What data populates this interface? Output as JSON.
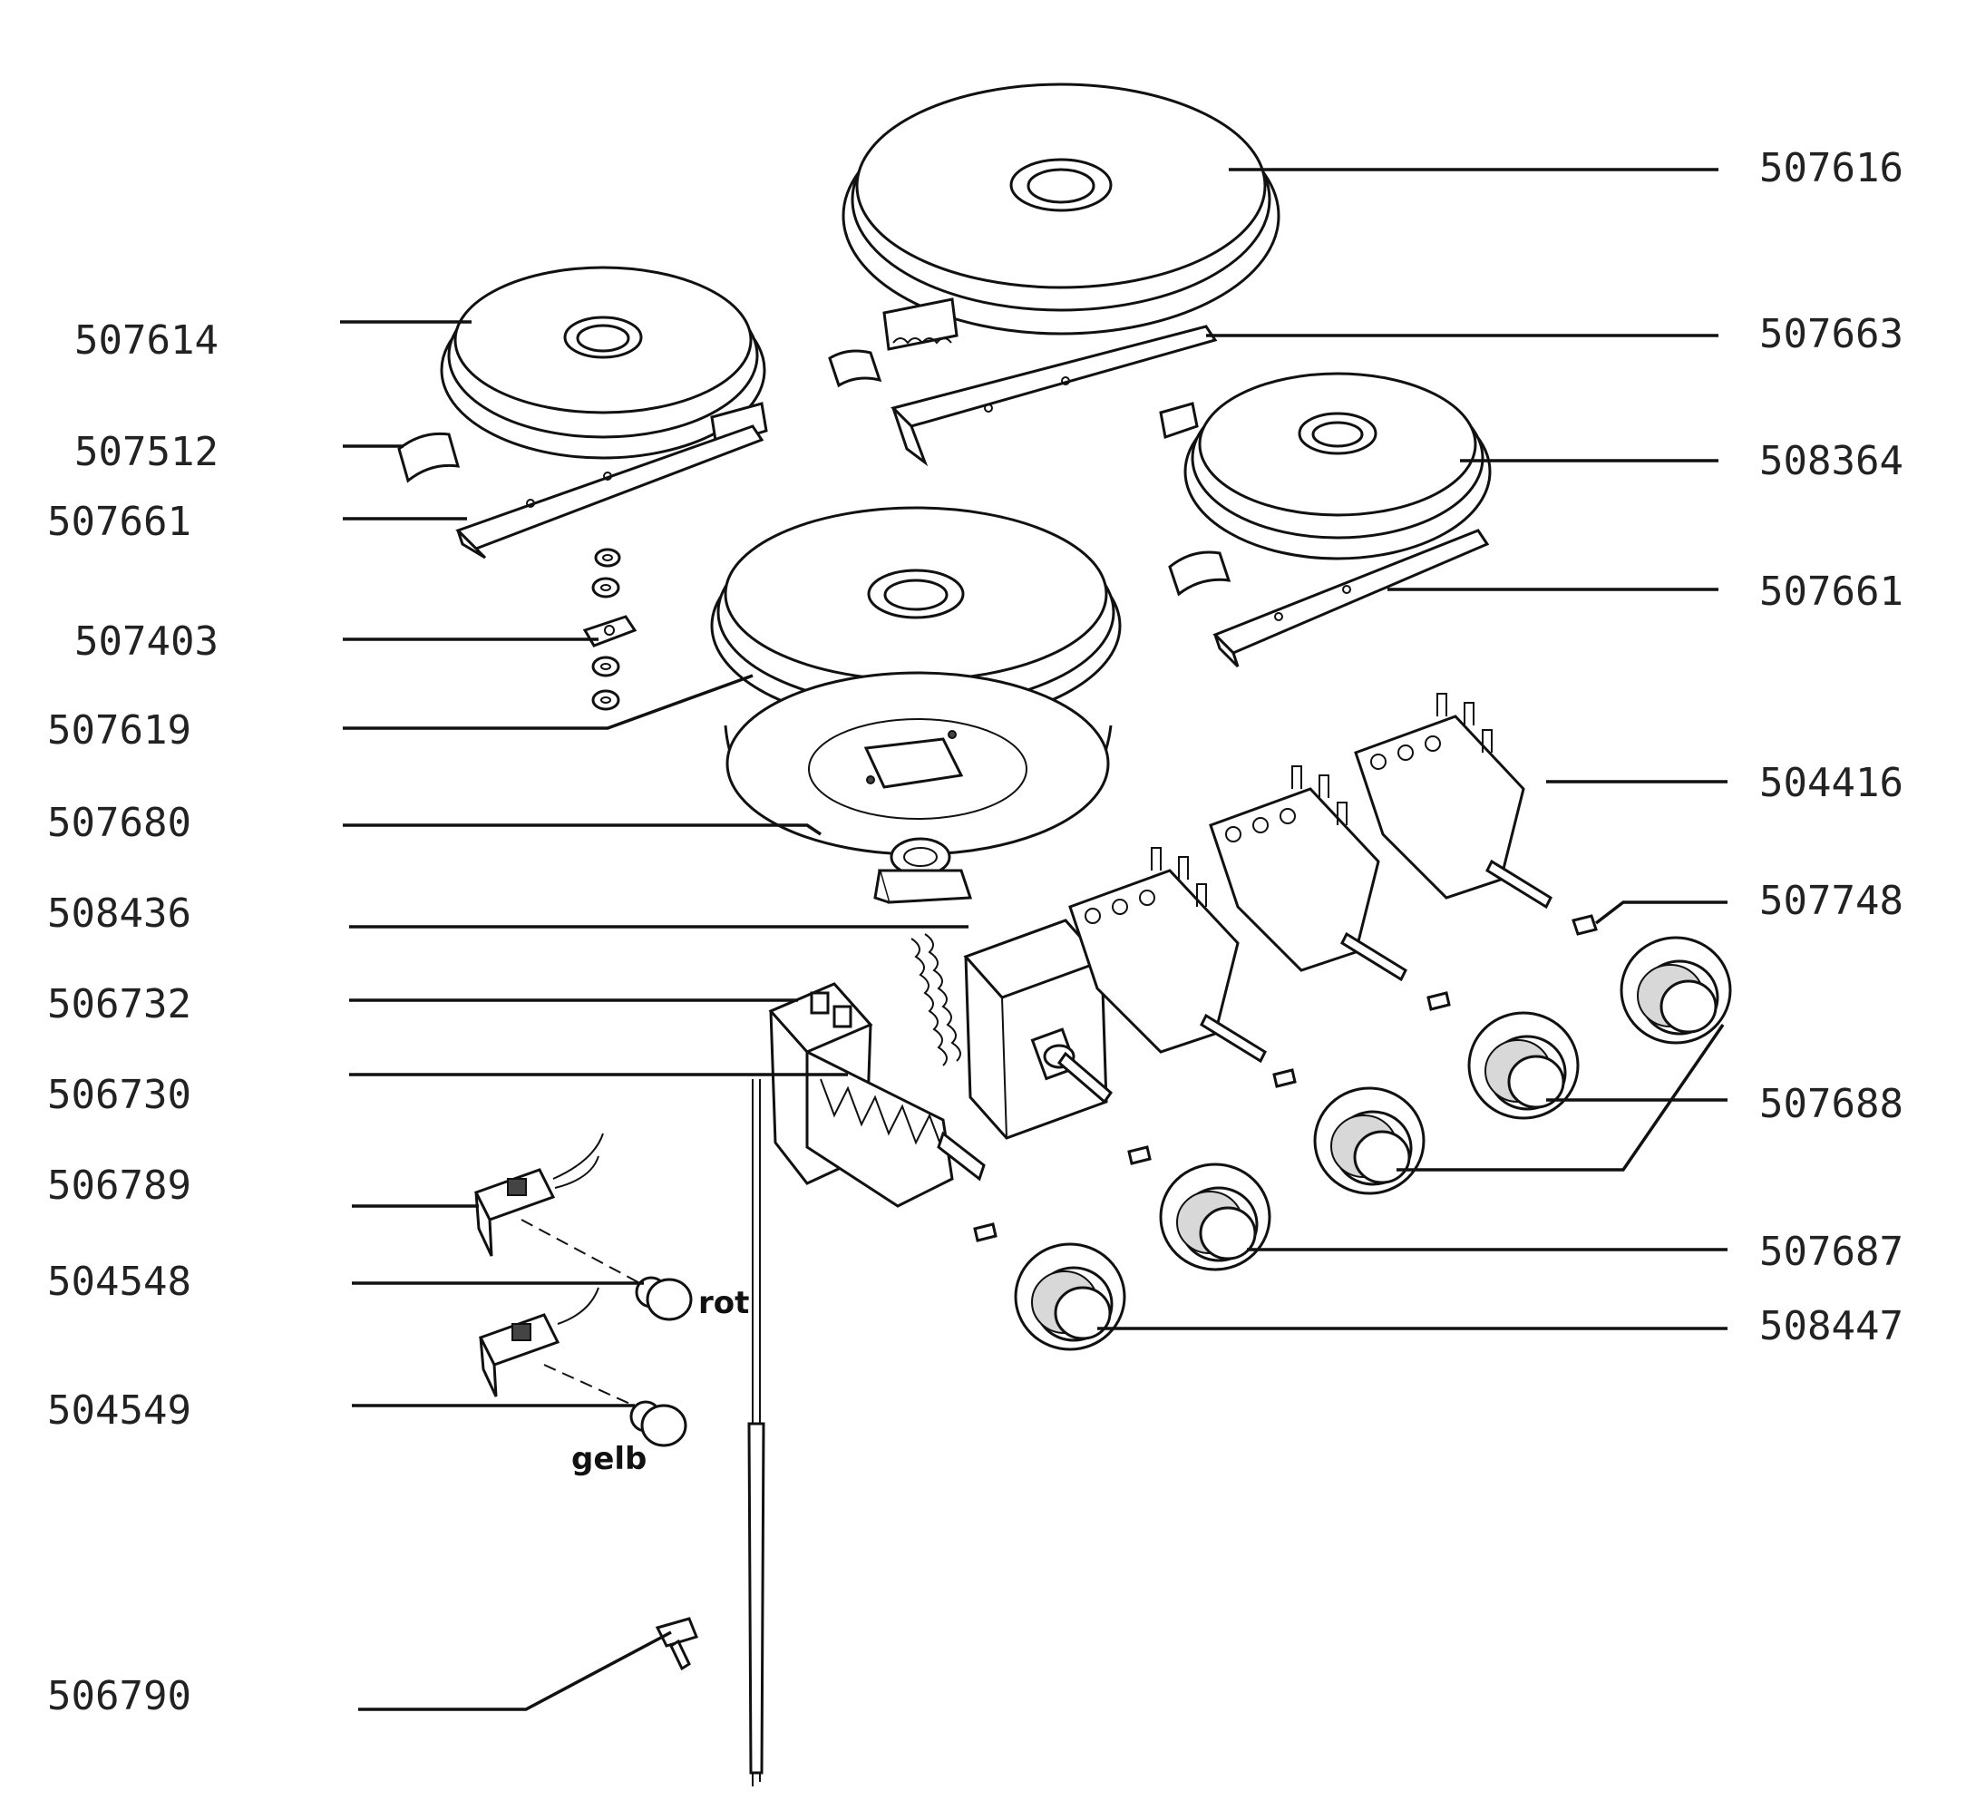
{
  "labels_left": [
    "507614",
    "507512",
    "507661",
    "507403",
    "507619",
    "507680",
    "508436",
    "506732",
    "506730",
    "506789",
    "504548",
    "504549",
    "506790"
  ],
  "labels_right": [
    "507616",
    "507663",
    "508364",
    "507661",
    "504416",
    "507748",
    "507688",
    "507687",
    "508447"
  ],
  "wire_color_labels": {
    "red": "rot",
    "yellow": "gelb"
  }
}
